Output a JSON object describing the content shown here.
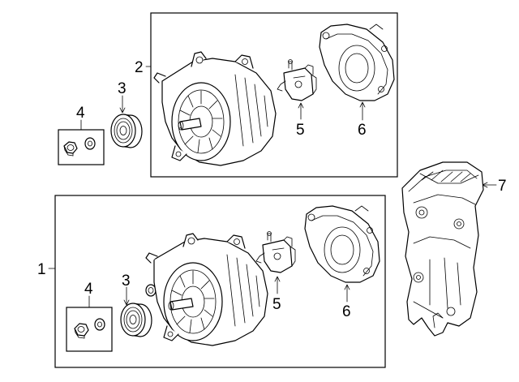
{
  "diagram": {
    "callouts": {
      "c1": "1",
      "c2": "2",
      "c3a": "3",
      "c3b": "3",
      "c4a": "4",
      "c4b": "4",
      "c5a": "5",
      "c5b": "5",
      "c6a": "6",
      "c6b": "6",
      "c7": "7"
    }
  }
}
